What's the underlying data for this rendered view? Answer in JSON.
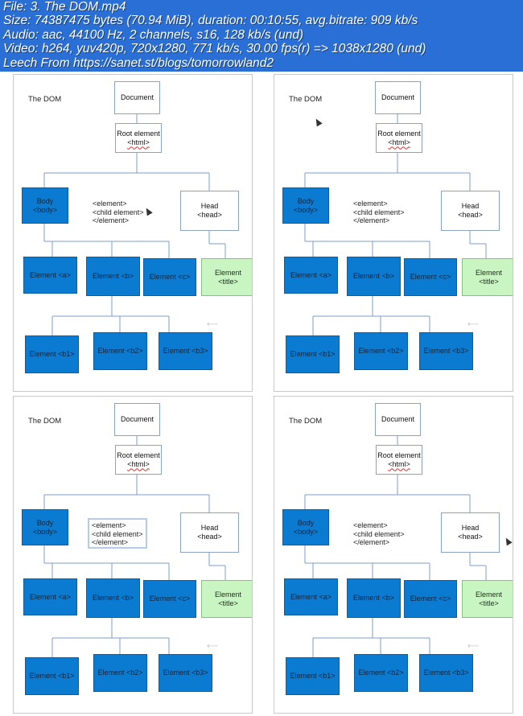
{
  "info": {
    "lines": [
      "File: 3. The DOM.mp4",
      "Size: 74387475 bytes (70.94 MiB), duration: 00:10:55, avg.bitrate: 909 kb/s",
      "Audio: aac, 44100 Hz, 2 channels, s16, 128 kb/s (und)",
      "Video: h264, yuv420p, 720x1280, 771 kb/s, 30.00 fps(r) => 1038x1280 (und)",
      "Leech From https://sanet.st/blogs/tomorrowland2"
    ]
  },
  "diagram": {
    "title": "The DOM",
    "document": "Document",
    "root": {
      "line1": "Root element",
      "line2": "<html>"
    },
    "body": {
      "line1": "Body",
      "line2": "<body>"
    },
    "head": {
      "line1": "Head",
      "line2": "<head>"
    },
    "snippet": [
      "<element>",
      "<child element>",
      "</element>"
    ],
    "element_a": "Element <a>",
    "element_b": "Element <b>",
    "element_c": "Element <c>",
    "element_title": {
      "line1": "Element",
      "line2": "<title>"
    },
    "element_b1": "Element <b1>",
    "element_b2": "Element <b2>",
    "element_b3": "Element <b3>",
    "arrow_glyph": "⟵"
  },
  "colors": {
    "banner": "#2a6fd6",
    "blue_node": "#0a7bd1",
    "green_node": "#c9f5c3",
    "connector": "#7c9cc8"
  }
}
